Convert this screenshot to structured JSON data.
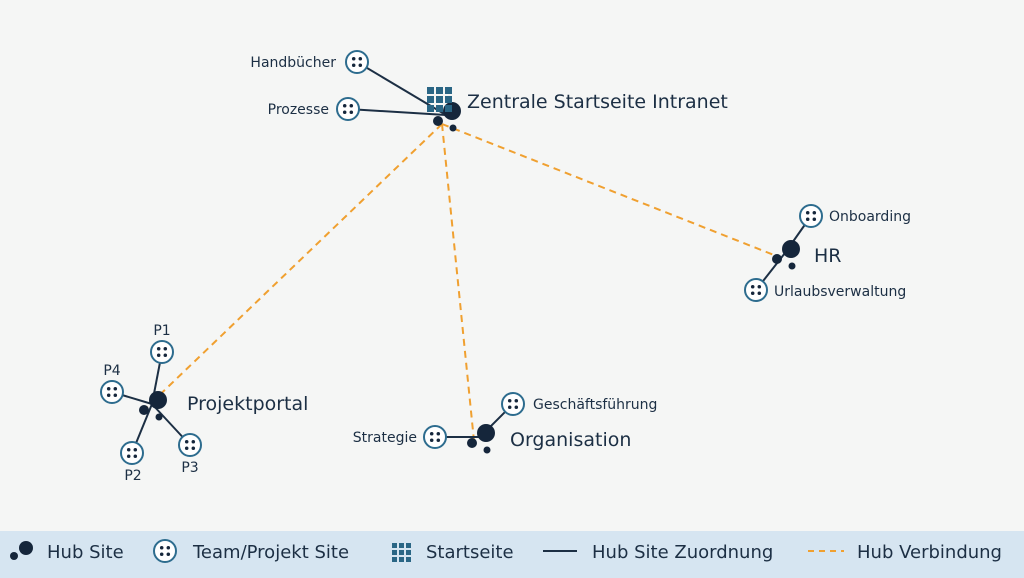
{
  "colors": {
    "background": "#f5f6f5",
    "hub": "#15263b",
    "team_site_ring": "#2d6c8e",
    "startseite": "#2a6685",
    "hub_assignment_line": "#1c2f44",
    "hub_connection_line": "#f0a030",
    "legend_background": "#d6e5f1"
  },
  "hubs": [
    {
      "id": "zentrale",
      "label": "Zentrale Startseite Intranet",
      "icon": "startseite-grid-icon"
    },
    {
      "id": "hr",
      "label": "HR",
      "icon": "hub-site-icon"
    },
    {
      "id": "organisation",
      "label": "Organisation",
      "icon": "hub-site-icon"
    },
    {
      "id": "projektportal",
      "label": "Projektportal",
      "icon": "hub-site-icon"
    }
  ],
  "team_sites": [
    {
      "id": "handbuecher",
      "label": "Handbücher",
      "hub": "zentrale"
    },
    {
      "id": "prozesse",
      "label": "Prozesse",
      "hub": "zentrale"
    },
    {
      "id": "onboarding",
      "label": "Onboarding",
      "hub": "hr"
    },
    {
      "id": "urlaub",
      "label": "Urlaubsverwaltung",
      "hub": "hr"
    },
    {
      "id": "geschaeft",
      "label": "Geschäftsführung",
      "hub": "organisation"
    },
    {
      "id": "strategie",
      "label": "Strategie",
      "hub": "organisation"
    },
    {
      "id": "p1",
      "label": "P1",
      "hub": "projektportal"
    },
    {
      "id": "p4",
      "label": "P4",
      "hub": "projektportal"
    },
    {
      "id": "p2",
      "label": "P2",
      "hub": "projektportal"
    },
    {
      "id": "p3",
      "label": "P3",
      "hub": "projektportal"
    }
  ],
  "hub_connections": [
    {
      "from": "zentrale",
      "to": "hr"
    },
    {
      "from": "zentrale",
      "to": "organisation"
    },
    {
      "from": "zentrale",
      "to": "projektportal"
    }
  ],
  "legend": [
    {
      "icon": "hub-site-icon",
      "label": "Hub Site"
    },
    {
      "icon": "team-site-icon",
      "label": "Team/Projekt Site"
    },
    {
      "icon": "startseite-grid-icon",
      "label": "Startseite"
    },
    {
      "icon": "solid-line-icon",
      "label": "Hub Site Zuordnung"
    },
    {
      "icon": "dashed-line-icon",
      "label": "Hub Verbindung"
    }
  ]
}
